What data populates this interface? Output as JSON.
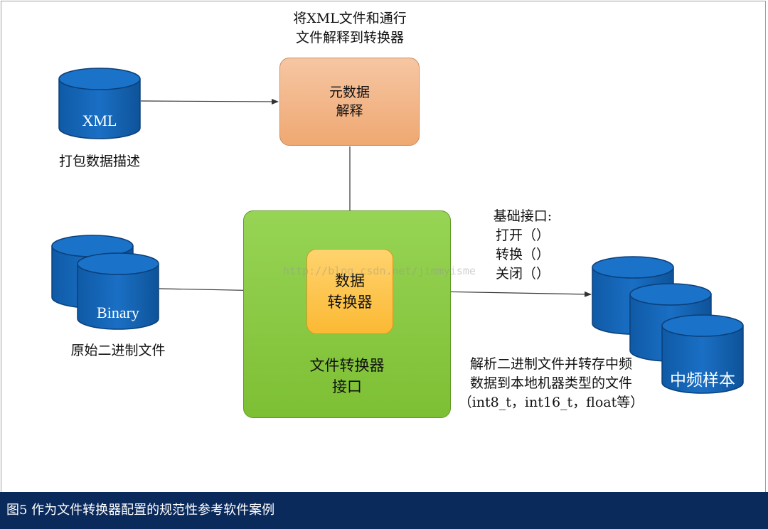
{
  "top_note": [
    "将XML文件和通行",
    "文件解释到转换器"
  ],
  "meta_box": {
    "lines": [
      "元数据",
      "解释"
    ]
  },
  "xml_db": {
    "label": "XML",
    "caption": "打包数据描述"
  },
  "binary_db": {
    "label": "Binary",
    "caption": "原始二进制文件"
  },
  "iface_box": {
    "lines": [
      "文件转换器",
      "接口"
    ]
  },
  "converter_box": {
    "lines": [
      "数据",
      "转换器"
    ]
  },
  "api_note": {
    "title": "基础接口:",
    "items": [
      "打开（）",
      "转换（）",
      "关闭（）"
    ]
  },
  "output_db": {
    "label": "中频样本"
  },
  "output_note": [
    "解析二进制文件并转存中频",
    "数据到本地机器类型的文件",
    "（int8_t，int16_t，float等）"
  ],
  "watermark": "http://blog.csdn.net/jimmyisme",
  "caption": "图5 作为文件转换器配置的规范性参考软件案例",
  "colors": {
    "cylinder": "#1565b8",
    "cylinder_top": "#1a73c9",
    "meta_box": "#f2b385",
    "iface_box": "#8ccb47",
    "converter_box": "#fdc451",
    "caption_bar": "#0b2a5c"
  }
}
